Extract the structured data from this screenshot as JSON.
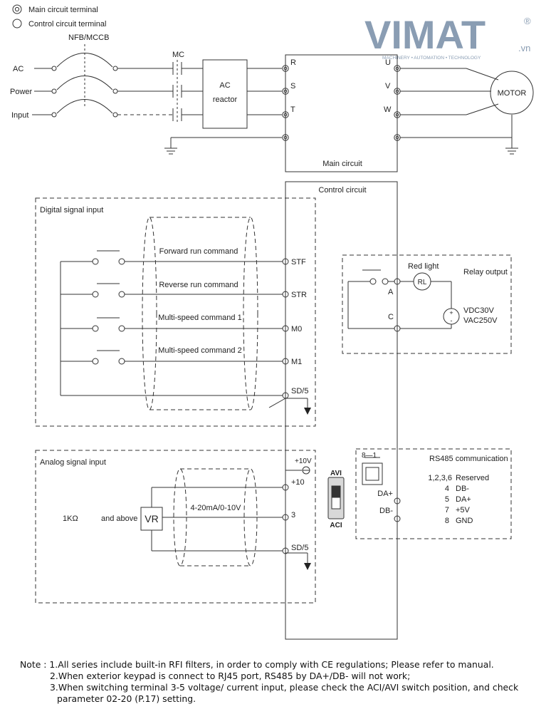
{
  "legend": {
    "main_terminal": "Main circuit terminal",
    "control_terminal": "Control circuit terminal"
  },
  "logo": {
    "brand": "VIMAT",
    "suffix": ".vn",
    "registered": "®",
    "tagline": "MACHINERY • AUTOMATION • TECHNOLOGY",
    "color": "#8a9db3"
  },
  "power": {
    "nfb": "NFB/MCCB",
    "mc": "MC",
    "ac": "AC",
    "power": "Power",
    "input": "Input",
    "reactor_line1": "AC",
    "reactor_line2": "reactor",
    "terminals_in": [
      "R",
      "S",
      "T"
    ],
    "terminals_out": [
      "U",
      "V",
      "W"
    ],
    "motor": "MOTOR",
    "main_circuit": "Main circuit"
  },
  "control": {
    "title": "Control circuit",
    "digital": {
      "title": "Digital signal input",
      "commands": [
        "Forward run command",
        "Reverse run command",
        "Multi-speed command 1",
        "Multi-speed command 2"
      ],
      "terminals": [
        "STF",
        "STR",
        "M0",
        "M1",
        "SD/5"
      ]
    },
    "relay": {
      "title": "Relay output",
      "red_light": "Red light",
      "rl": "RL",
      "a": "A",
      "c": "C",
      "vdc": "VDC30V",
      "vac": "VAC250V",
      "plus": "+",
      "minus": "-"
    },
    "analog": {
      "title": "Analog signal input",
      "resistance": "1KΩ",
      "and_above": "and above",
      "vr": "VR",
      "range": "4-20mA/0-10V",
      "terminals": [
        "+10V",
        "+10",
        "3",
        "SD/5"
      ],
      "avi": "AVI",
      "aci": "ACI"
    },
    "rs485": {
      "title": "RS485 communication",
      "pin_range": "8—1",
      "dap": "DA+",
      "dbm": "DB-",
      "pins": [
        {
          "pin": "1,2,3,6",
          "fn": "Reserved"
        },
        {
          "pin": "4",
          "fn": "DB-"
        },
        {
          "pin": "5",
          "fn": "DA+"
        },
        {
          "pin": "7",
          "fn": "+5V"
        },
        {
          "pin": "8",
          "fn": "GND"
        }
      ]
    }
  },
  "notes": {
    "label": "Note : ",
    "items": [
      "1.All series include built-in RFI filters, in order to comply with CE regulations; Please refer to manual.",
      "2.When exterior keypad is connect to RJ45 port, RS485 by DA+/DB- will not work;",
      "3.When switching terminal 3-5 voltage/ current input, please check the ACI/AVI switch position, and check",
      "parameter 02-20 (P.17) setting."
    ]
  }
}
